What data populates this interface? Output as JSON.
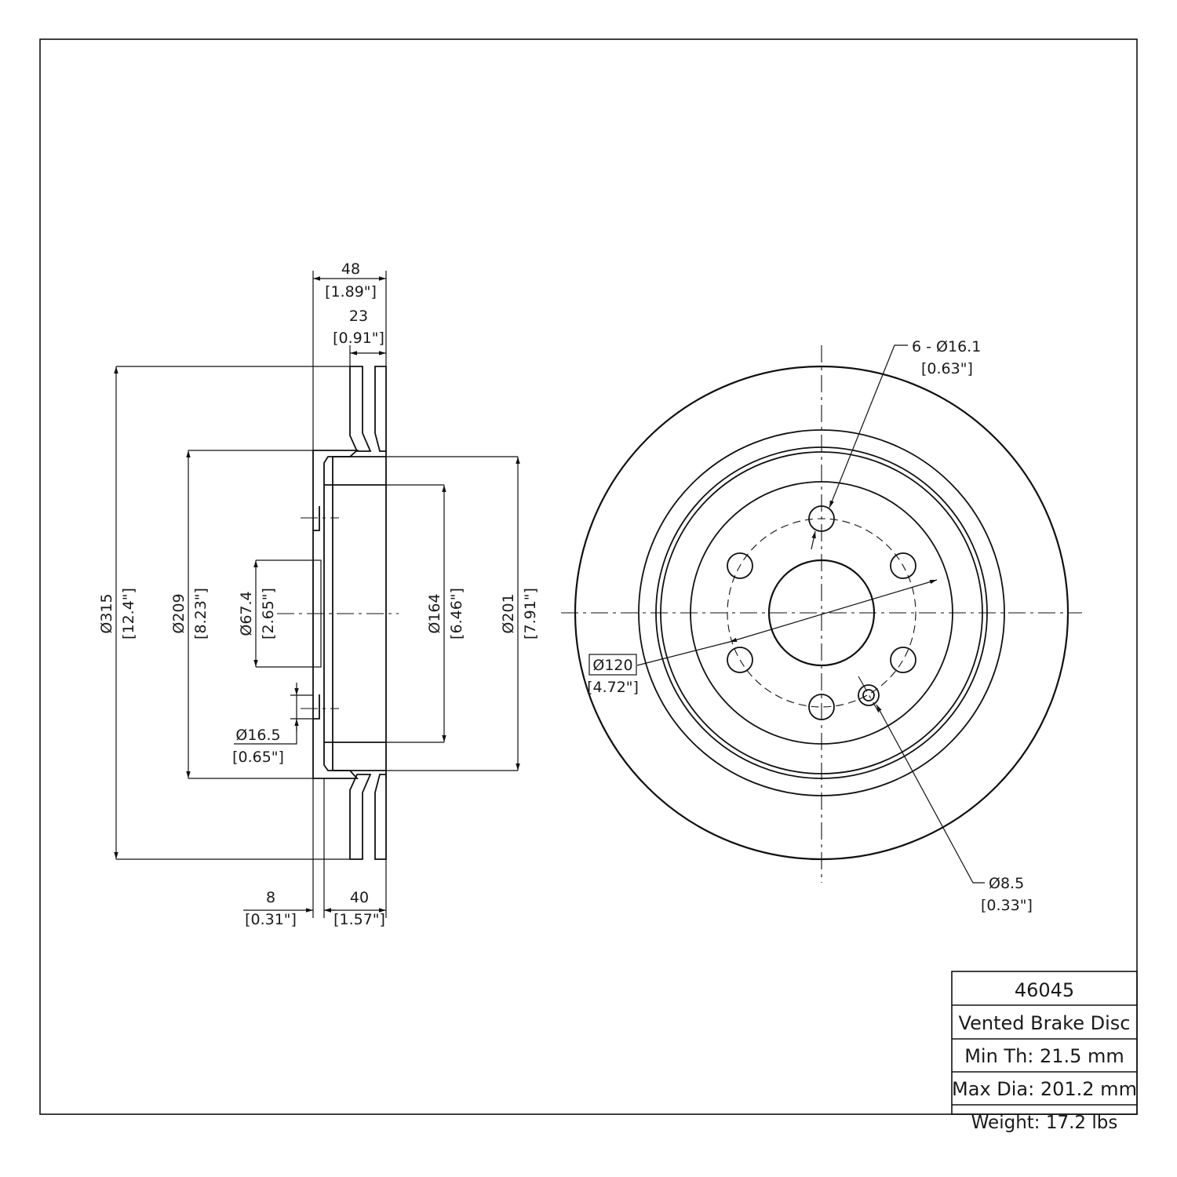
{
  "title_block": {
    "part_number": "46045",
    "description": "Vented Brake Disc",
    "min_thickness": "Min Th: 21.5 mm",
    "max_diameter": "Max Dia: 201.2 mm",
    "weight": "Weight: 17.2 lbs"
  },
  "side_view_dims": {
    "overall_width": {
      "mm": "48",
      "inch": "[1.89\"]"
    },
    "rotor_thickness": {
      "mm": "23",
      "inch": "[0.91\"]"
    },
    "outer_diameter": {
      "mm": "Ø315",
      "inch": "[12.4\"]"
    },
    "hat_diameter": {
      "mm": "Ø209",
      "inch": "[8.23\"]"
    },
    "center_bore": {
      "mm": "Ø67.4",
      "inch": "[2.65\"]"
    },
    "inner_diameter": {
      "mm": "Ø164",
      "inch": "[6.46\"]"
    },
    "drum_diameter": {
      "mm": "Ø201",
      "inch": "[7.91\"]"
    },
    "lug_hole": {
      "mm": "Ø16.5",
      "inch": "[0.65\"]"
    },
    "flange_thickness": {
      "mm": "8",
      "inch": "[0.31\"]"
    },
    "hat_depth": {
      "mm": "40",
      "inch": "[1.57\"]"
    }
  },
  "front_view_dims": {
    "bolt_holes": {
      "mm": "6 - Ø16.1",
      "inch": "[0.63\"]"
    },
    "bolt_circle": {
      "mm": "Ø120",
      "inch": "[4.72\"]"
    },
    "locator_hole": {
      "mm": "Ø8.5",
      "inch": "[0.33\"]"
    }
  }
}
